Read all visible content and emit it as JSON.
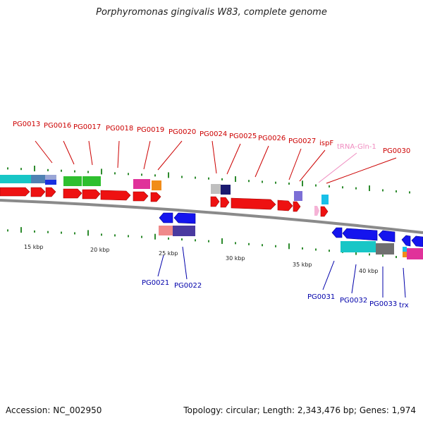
{
  "title": "Porphyromonas gingivalis W83, complete genome",
  "footer": {
    "accession": "Accession: NC_002950",
    "topology": "Topology: circular; Length: 2,343,476 bp; Genes: 1,974"
  },
  "colors": {
    "backbone": "#8a8a8a",
    "tick": "#2e8b2e",
    "forward_label": "#cc0000",
    "reverse_label": "#0000aa",
    "trna_label": "#f08cc0"
  },
  "ruler_labels": [
    {
      "text": "15 kbp",
      "kbp": 15
    },
    {
      "text": "20 kbp",
      "kbp": 20
    },
    {
      "text": "25 kbp",
      "kbp": 25
    },
    {
      "text": "30 kbp",
      "kbp": 30
    },
    {
      "text": "35 kbp",
      "kbp": 35
    },
    {
      "text": "40 kbp",
      "kbp": 40
    }
  ],
  "forward_gene_labels": [
    "PG0013",
    "PG0016",
    "PG0017",
    "PG0018",
    "PG0019",
    "PG0020",
    "PG0024",
    "PG0025",
    "PG0026",
    "PG0027",
    "ispF"
  ],
  "trna_label": "tRNA-Gln-1",
  "forward_extra_label": "PG0030",
  "reverse_gene_labels": [
    "PG0021",
    "PG0022",
    "PG0031",
    "PG0032",
    "PG0033",
    "trx"
  ]
}
